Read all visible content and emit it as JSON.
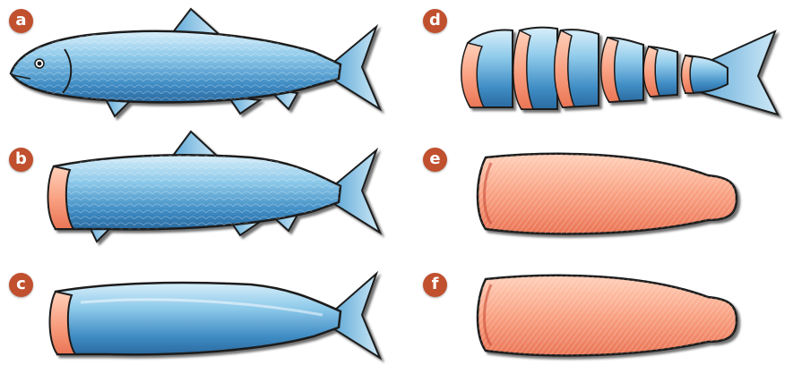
{
  "panels": [
    {
      "id": "a",
      "label": "a",
      "content": "whole-fish"
    },
    {
      "id": "b",
      "label": "b",
      "content": "head-removed-fish"
    },
    {
      "id": "c",
      "label": "c",
      "content": "fins-removed-fish"
    },
    {
      "id": "d",
      "label": "d",
      "content": "sliced-fish"
    },
    {
      "id": "e",
      "label": "e",
      "content": "skinless-fillet"
    },
    {
      "id": "f",
      "label": "f",
      "content": "skinless-fillet"
    }
  ],
  "colors": {
    "badge": "#c0502e",
    "skin_light": "#c8e6f6",
    "skin_mid": "#6fb6dd",
    "skin_dark": "#2f76ad",
    "flesh_light": "#ffc3a8",
    "flesh_mid": "#f79a7b",
    "flesh_dark": "#e86f52",
    "outline": "#1a1a1a"
  }
}
